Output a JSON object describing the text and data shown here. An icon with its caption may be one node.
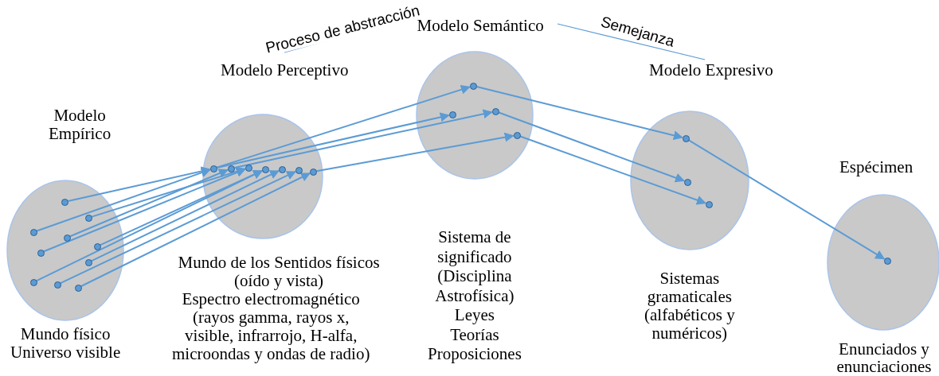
{
  "diagram": {
    "nodes": [
      {
        "text": [
          "Modelo Empírico",
          "Mundo físico Universo visible"
        ]
      },
      {
        "text": [],
        "shape": "circle",
        "in": 0
      },
      {
        "text": [],
        "shape": "circle",
        "in": 0
      },
      {
        "text": [],
        "shape": "circle",
        "in": 0
      },
      {
        "text": [],
        "shape": "circle",
        "in": 0
      },
      {
        "text": [],
        "shape": "circle",
        "in": 0
      },
      {
        "text": [],
        "shape": "circle",
        "in": 0
      },
      {
        "text": [],
        "shape": "circle",
        "in": 0
      },
      {
        "text": [],
        "shape": "circle",
        "in": 0
      },
      {
        "text": [],
        "shape": "circle",
        "in": 0
      },
      {
        "text": [],
        "shape": "circle",
        "in": 0
      },
      {
        "text": [
          "Modelo Perceptivo",
          "Mundo de los Sentidos físicos (oído y vista)",
          "Espectro electromagnético (rayos gamma, rayos x, visible, infrarrojo, H-alfa, microondas y ondas de radio)"
        ]
      },
      {
        "text": [],
        "shape": "circle",
        "in": 11
      },
      {
        "text": [],
        "shape": "circle",
        "in": 11
      },
      {
        "text": [],
        "shape": "circle",
        "in": 11
      },
      {
        "text": [],
        "shape": "circle",
        "in": 11
      },
      {
        "text": [],
        "shape": "circle",
        "in": 11
      },
      {
        "text": [],
        "shape": "circle",
        "in": 11
      },
      {
        "text": [],
        "shape": "circle",
        "in": 11
      },
      {
        "text": [
          "Modelo Semántico",
          "Sistema de significado (Disciplina Astrofísica) Leyes Teorías Proposiciones"
        ]
      },
      {
        "text": [],
        "shape": "circle",
        "in": 19
      },
      {
        "text": [],
        "shape": "circle",
        "in": 19
      },
      {
        "text": [],
        "shape": "circle",
        "in": 19
      },
      {
        "text": [],
        "shape": "circle",
        "in": 19
      },
      {
        "text": [
          "Modelo Expresivo",
          "Sistemas gramaticales (alfabéticos y numéricos)"
        ]
      },
      {
        "text": [],
        "shape": "circle",
        "in": 24
      },
      {
        "text": [],
        "shape": "circle",
        "in": 24
      },
      {
        "text": [],
        "shape": "circle",
        "in": 24
      },
      {
        "text": [
          "Espécimen",
          "Enunciados y enunciaciones"
        ]
      },
      {
        "text": [],
        "shape": "circle",
        "in": 28
      }
    ],
    "edges": [
      {
        "from": 1,
        "to": 12,
        "arrow": "to"
      },
      {
        "from": 2,
        "to": 14,
        "arrow": "to"
      },
      {
        "from": 3,
        "to": 12,
        "arrow": "to"
      },
      {
        "from": 4,
        "to": 13,
        "arrow": "to"
      },
      {
        "from": 5,
        "to": 14,
        "arrow": "to"
      },
      {
        "from": 6,
        "to": 15,
        "arrow": "to"
      },
      {
        "from": 7,
        "to": 16,
        "arrow": "to"
      },
      {
        "from": 8,
        "to": 15,
        "arrow": "to"
      },
      {
        "from": 9,
        "to": 17,
        "arrow": "to"
      },
      {
        "from": 10,
        "to": 18,
        "arrow": "to"
      },
      {
        "from": 12,
        "to": 20,
        "arrow": "to"
      },
      {
        "from": 12,
        "to": 21,
        "arrow": "to"
      },
      {
        "from": 13,
        "to": 22,
        "arrow": "to"
      },
      {
        "from": 18,
        "to": 23,
        "arrow": "to"
      },
      {
        "from": 20,
        "to": 25,
        "arrow": "to"
      },
      {
        "from": 22,
        "to": 26,
        "arrow": "to"
      },
      {
        "from": 23,
        "to": 27,
        "arrow": "to"
      },
      {
        "from": 25,
        "to": 29,
        "arrow": "to"
      },
      {
        "from": 11,
        "to": 19,
        "arrow": "none",
        "label": "Proceso de abstracción"
      },
      {
        "from": 19,
        "to": 24,
        "arrow": "none",
        "label": "Semejanza"
      }
    ]
  }
}
